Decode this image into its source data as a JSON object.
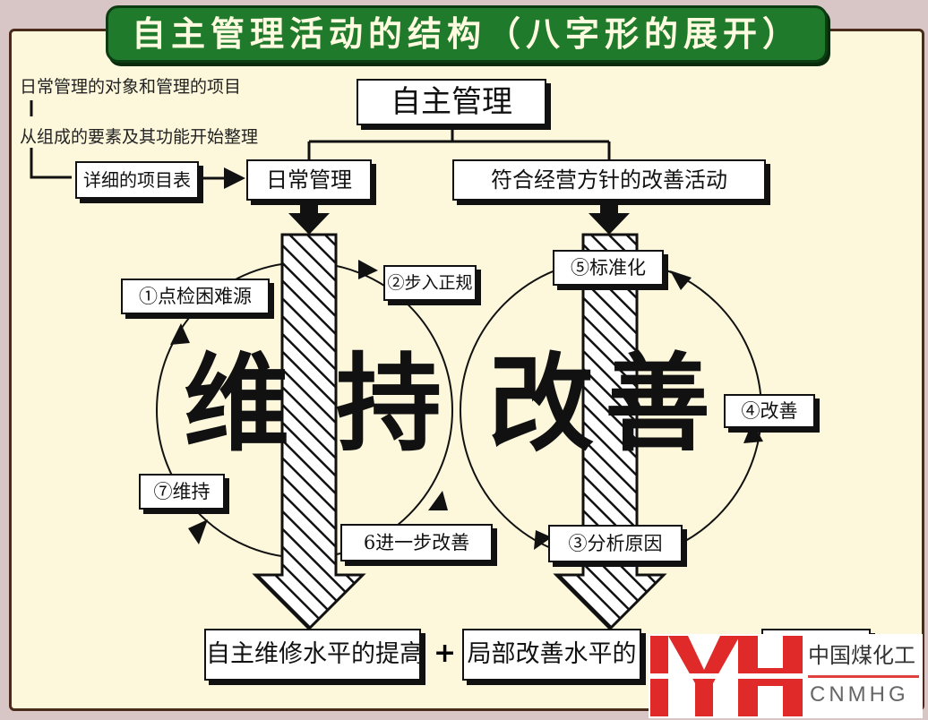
{
  "title": "自主管理活动的结构（八字形的展开）",
  "notes": {
    "line1": "日常管理的对象和管理的项目",
    "line2": "从组成的要素及其功能开始整理"
  },
  "boxes": {
    "top": "自主管理",
    "detail_list": "详细的项目表",
    "daily": "日常管理",
    "policy": "符合经营方针的改善活动"
  },
  "cycle_left": {
    "step1": "①点检困难源",
    "step2": "②步入正规",
    "step6": "6进一步改善",
    "step7": "⑦维持"
  },
  "cycle_right": {
    "step3": "③分析原因",
    "step4": "④改善",
    "step5": "⑤标准化"
  },
  "big_text": {
    "c1": "维",
    "c2": "持",
    "c3": "改",
    "c4": "善"
  },
  "bottom": {
    "left": "自主维修水平的提高",
    "plus": "+",
    "right": "局部改善水平的"
  },
  "logo": {
    "cn": "中国煤化工",
    "en": "CNMHG",
    "mark": "MH"
  }
}
